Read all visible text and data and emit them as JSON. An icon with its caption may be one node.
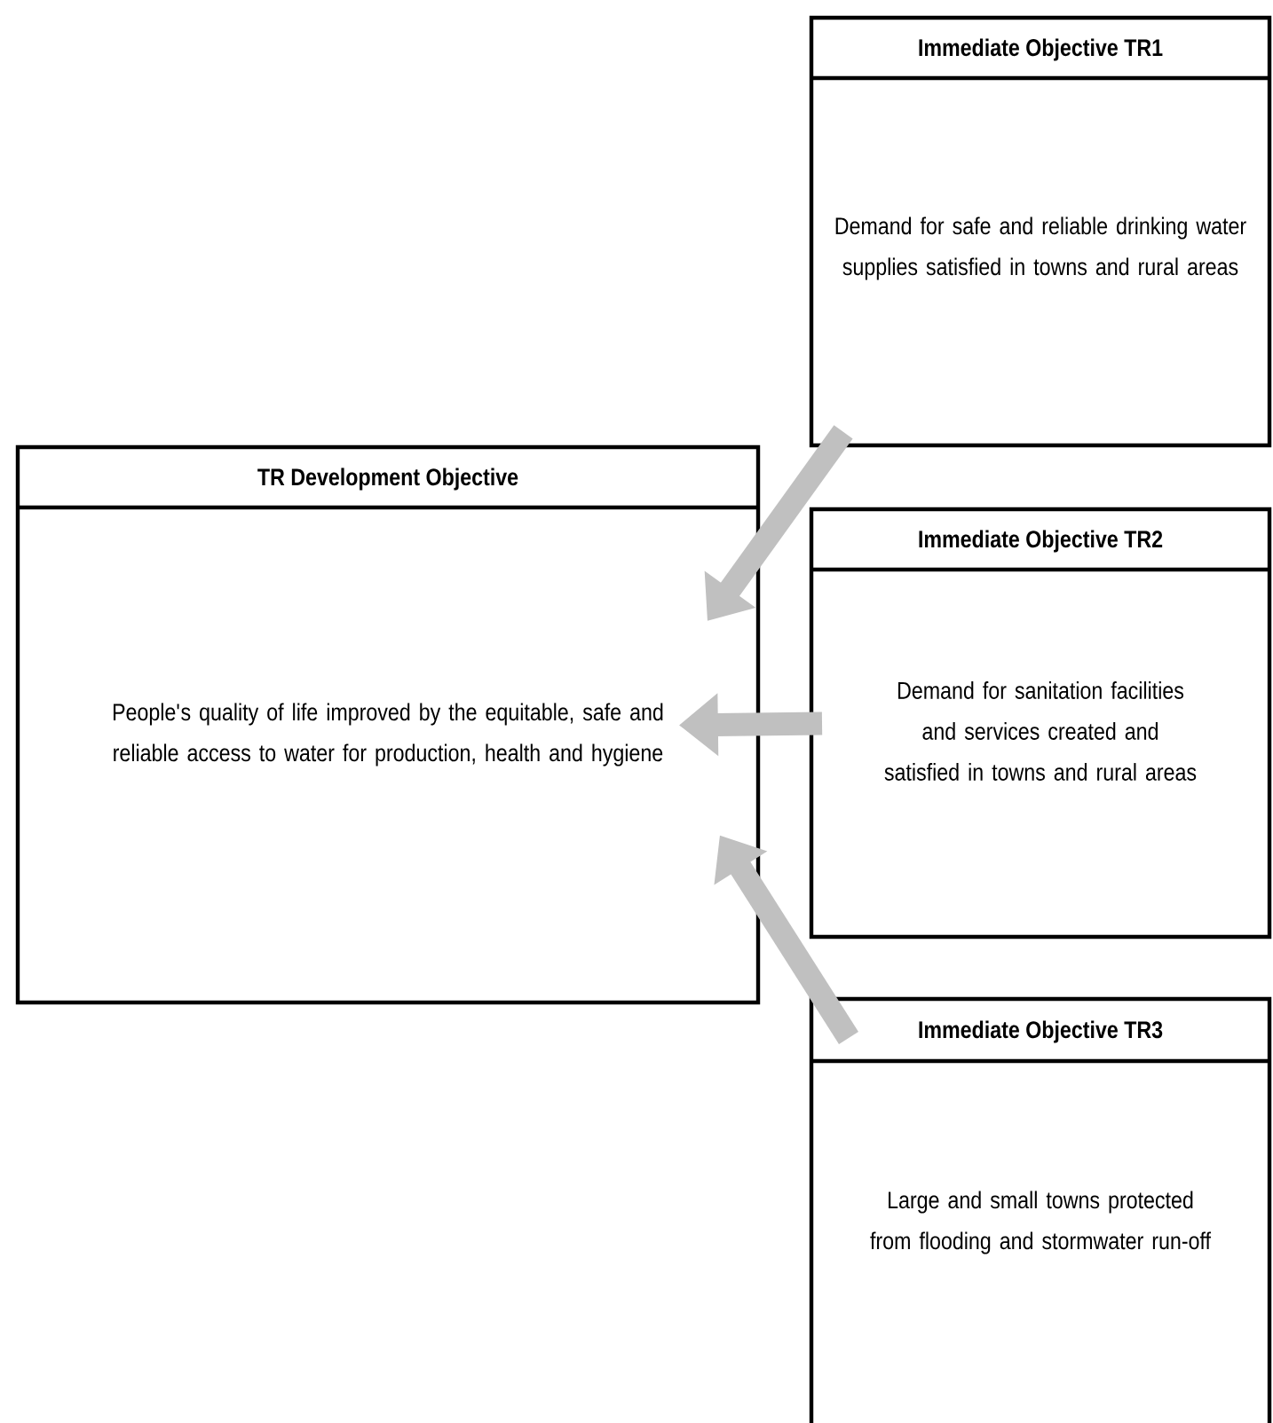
{
  "diagram": {
    "nodes": [
      {
        "text": [
          "Immediate Objective TR1",
          "Demand for safe and reliable drinking water supplies satisfied in towns and rural areas"
        ]
      },
      {
        "text": [
          "TR Development Objective",
          "People's quality of life improved by the equitable, safe and reliable access to water for production, health and hygiene"
        ]
      },
      {
        "text": [
          "Immediate Objective TR2",
          "Demand for sanitation facilities and services created and satisfied in towns and rural areas"
        ]
      },
      {
        "text": [
          "Immediate Objective TR3",
          "Large and small towns protected from flooding and stormwater run-off"
        ]
      }
    ],
    "edges": [
      {
        "from": 0,
        "to": 1,
        "arrow": "to"
      },
      {
        "from": 2,
        "to": 1,
        "arrow": "to"
      },
      {
        "from": 3,
        "to": 1,
        "arrow": "to"
      }
    ]
  }
}
